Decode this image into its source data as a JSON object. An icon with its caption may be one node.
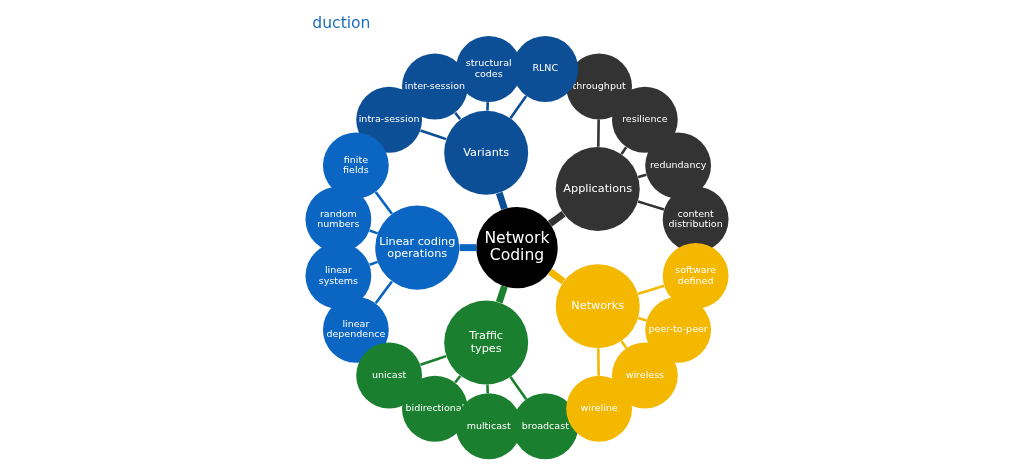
{
  "diagram": {
    "title": "duction",
    "nodes": [
      {
        "text": [
          "Network Coding"
        ]
      },
      {
        "text": [
          "Applications"
        ]
      },
      {
        "text": [
          "content distribution"
        ]
      },
      {
        "text": [
          "redundancy"
        ]
      },
      {
        "text": [
          "resilience"
        ]
      },
      {
        "text": [
          "throughput"
        ]
      },
      {
        "text": [
          "Variants"
        ]
      },
      {
        "text": [
          "RLNC"
        ]
      },
      {
        "text": [
          "structural codes"
        ]
      },
      {
        "text": [
          "inter-session"
        ]
      },
      {
        "text": [
          "intra-session"
        ]
      },
      {
        "text": [
          "Linear coding operations"
        ]
      },
      {
        "text": [
          "finite fields"
        ]
      },
      {
        "text": [
          "random numbers"
        ]
      },
      {
        "text": [
          "linear systems"
        ]
      },
      {
        "text": [
          "linear dependence"
        ]
      },
      {
        "text": [
          "Traffic types"
        ]
      },
      {
        "text": [
          "unicast"
        ]
      },
      {
        "text": [
          "bidirectional"
        ]
      },
      {
        "text": [
          "multicast"
        ]
      },
      {
        "text": [
          "broadcast"
        ]
      },
      {
        "text": [
          "Networks"
        ]
      },
      {
        "text": [
          "wireline"
        ]
      },
      {
        "text": [
          "wireless"
        ]
      },
      {
        "text": [
          "peer-to-peer"
        ]
      },
      {
        "text": [
          "software defined"
        ]
      }
    ],
    "edges": [
      {
        "from": 0,
        "to": 1,
        "arrow": "none",
        "style": "thick",
        "color": "#333333"
      },
      {
        "from": 1,
        "to": 2,
        "arrow": "none",
        "color": "#333333"
      },
      {
        "from": 1,
        "to": 3,
        "arrow": "none",
        "color": "#333333"
      },
      {
        "from": 1,
        "to": 4,
        "arrow": "none",
        "color": "#333333"
      },
      {
        "from": 1,
        "to": 5,
        "arrow": "none",
        "color": "#333333"
      },
      {
        "from": 0,
        "to": 6,
        "arrow": "none",
        "style": "thick",
        "color": "#0d4f96"
      },
      {
        "from": 6,
        "to": 7,
        "arrow": "none",
        "color": "#0d4f96"
      },
      {
        "from": 6,
        "to": 8,
        "arrow": "none",
        "color": "#0d4f96"
      },
      {
        "from": 6,
        "to": 9,
        "arrow": "none",
        "color": "#0d4f96"
      },
      {
        "from": 6,
        "to": 10,
        "arrow": "none",
        "color": "#0d4f96"
      },
      {
        "from": 0,
        "to": 11,
        "arrow": "none",
        "style": "thick",
        "color": "#0a66c2"
      },
      {
        "from": 11,
        "to": 12,
        "arrow": "none",
        "color": "#0a66c2"
      },
      {
        "from": 11,
        "to": 13,
        "arrow": "none",
        "color": "#0a66c2"
      },
      {
        "from": 11,
        "to": 14,
        "arrow": "none",
        "color": "#0a66c2"
      },
      {
        "from": 11,
        "to": 15,
        "arrow": "none",
        "color": "#0a66c2"
      },
      {
        "from": 0,
        "to": 16,
        "arrow": "none",
        "style": "thick",
        "color": "#1a7f2e"
      },
      {
        "from": 16,
        "to": 17,
        "arrow": "none",
        "color": "#1a7f2e"
      },
      {
        "from": 16,
        "to": 18,
        "arrow": "none",
        "color": "#1a7f2e"
      },
      {
        "from": 16,
        "to": 19,
        "arrow": "none",
        "color": "#1a7f2e"
      },
      {
        "from": 16,
        "to": 20,
        "arrow": "none",
        "color": "#1a7f2e"
      },
      {
        "from": 0,
        "to": 21,
        "arrow": "none",
        "style": "thick",
        "color": "#f5b800"
      },
      {
        "from": 21,
        "to": 22,
        "arrow": "none",
        "color": "#f5b800"
      },
      {
        "from": 21,
        "to": 23,
        "arrow": "none",
        "color": "#f5b800"
      },
      {
        "from": 21,
        "to": 24,
        "arrow": "none",
        "color": "#f5b800"
      },
      {
        "from": 21,
        "to": 25,
        "arrow": "none",
        "color": "#f5b800"
      }
    ]
  }
}
